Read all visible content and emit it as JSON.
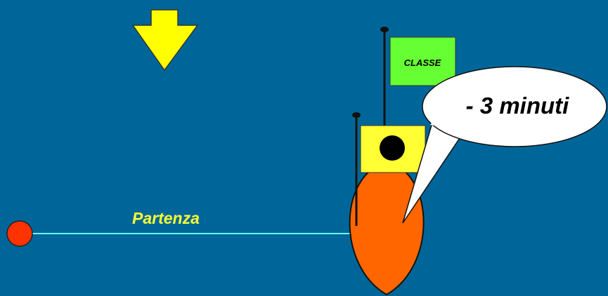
{
  "labels": {
    "start_line": "Partenza",
    "class_flag": "CLASSE",
    "speech": "- 3 minuti"
  },
  "colors": {
    "background": "#006699",
    "arrow": "#FFFF00",
    "class_flag": "#66FF33",
    "prep_flag": "#FFFF33",
    "boat": "#FF6600",
    "buoy": "#FF3300",
    "start_line": "#66FFFF",
    "start_label": "#FFFF33"
  },
  "icons": {
    "arrow": "down-arrow-icon",
    "prep_flag_symbol": "black-disc"
  }
}
